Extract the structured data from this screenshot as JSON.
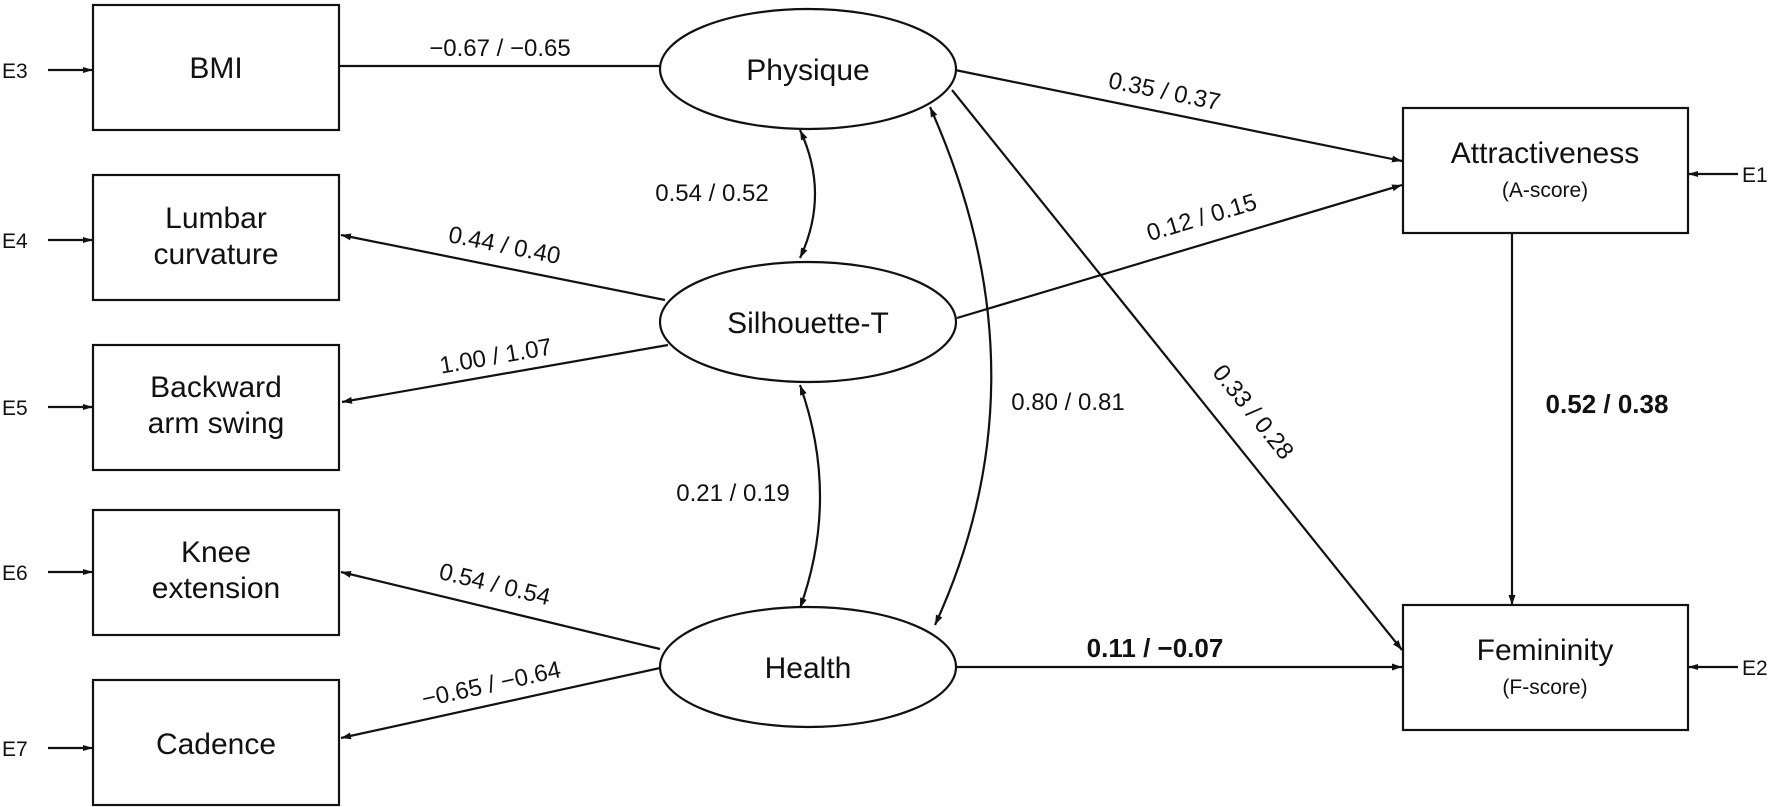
{
  "observed": {
    "bmi": "BMI",
    "lumbar_line1": "Lumbar",
    "lumbar_line2": "curvature",
    "arm_line1": "Backward",
    "arm_line2": "arm swing",
    "knee_line1": "Knee",
    "knee_line2": "extension",
    "cadence": "Cadence"
  },
  "latent": {
    "physique": "Physique",
    "silhouette": "Silhouette-T",
    "health": "Health"
  },
  "outcomes": {
    "attractiveness": "Attractiveness",
    "attractiveness_sub": "(A-score)",
    "femininity": "Femininity",
    "femininity_sub": "(F-score)"
  },
  "errors": {
    "e1": "E1",
    "e2": "E2",
    "e3": "E3",
    "e4": "E4",
    "e5": "E5",
    "e6": "E6",
    "e7": "E7"
  },
  "coefficients": {
    "physique_bmi": "−0.67 / −0.65",
    "silhouette_lumbar": "0.44 / 0.40",
    "silhouette_arm": "1.00 / 1.07",
    "health_knee": "0.54 / 0.54",
    "health_cadence": "−0.65 / −0.64",
    "physique_silhouette": "0.54 / 0.52",
    "silhouette_health": "0.21 / 0.19",
    "physique_health": "0.80 / 0.81",
    "physique_attractiveness": "0.35 / 0.37",
    "silhouette_attractiveness": "0.12 / 0.15",
    "physique_femininity": "0.33 / 0.28",
    "attractiveness_femininity": "0.52 / 0.38",
    "health_femininity": "0.11 / −0.07"
  },
  "colors": {
    "line": "#111111",
    "background": "#ffffff"
  }
}
